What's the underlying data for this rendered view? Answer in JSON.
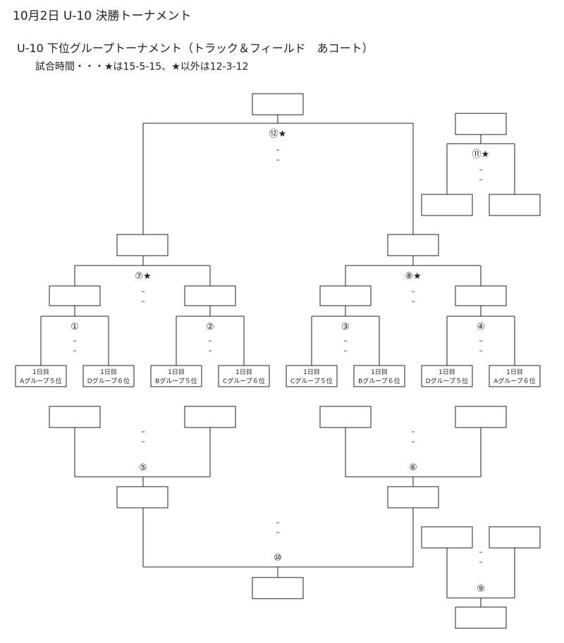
{
  "header": {
    "title": "10月2日 U-10 決勝トーナメント",
    "subtitle": "U-10 下位グループトーナメント（トラック＆フィールド　あコート）",
    "rule": "試合時間・・・★は15-5-15、★以外は12-3-12"
  },
  "dash": "–",
  "matches": {
    "m1": "①",
    "m2": "②",
    "m3": "③",
    "m4": "④",
    "m5": "⑤",
    "m6": "⑥",
    "m7": "⑦★",
    "m8": "⑧★",
    "m9": "⑨",
    "m10": "⑩",
    "m11": "⑪★",
    "m12": "⑫★"
  },
  "teams": [
    {
      "day": "1日目",
      "group": "Aグループ５位"
    },
    {
      "day": "1日目",
      "group": "Dグループ６位"
    },
    {
      "day": "1日目",
      "group": "Bグループ５位"
    },
    {
      "day": "1日目",
      "group": "Cグループ６位"
    },
    {
      "day": "1日目",
      "group": "Cグループ５位"
    },
    {
      "day": "1日目",
      "group": "Bグループ６位"
    },
    {
      "day": "1日目",
      "group": "Dグループ５位"
    },
    {
      "day": "1日目",
      "group": "Aグループ６位"
    }
  ]
}
